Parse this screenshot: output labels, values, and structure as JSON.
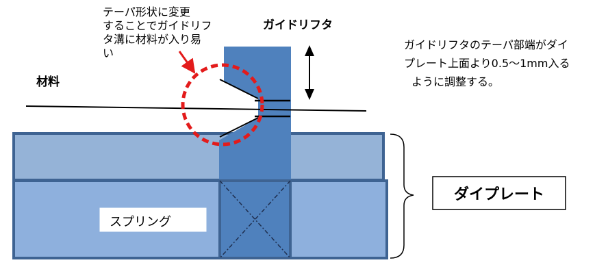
{
  "labels": {
    "taper_note": [
      "テーパ形状に変更",
      "することでガイドリフ",
      "タ溝に材料が入り易",
      "い"
    ],
    "guide_lifter": "ガイドリフタ",
    "adjust_note": [
      "ガイドリフタのテーパ部端がダイ",
      "プレート上面より0.5〜1mm入る",
      "ように調整する。"
    ],
    "material": "材料",
    "die_plate": "ダイプレート",
    "spring": "スプリング"
  },
  "colors": {
    "die_plate_upper": "#95B3D7",
    "die_plate_lower": "#8EB0DD",
    "plate_border": "#3E6392",
    "guide_lifter": "#4F81BD",
    "highlight_circle": "#E31B1B",
    "arrow": "#000000"
  }
}
